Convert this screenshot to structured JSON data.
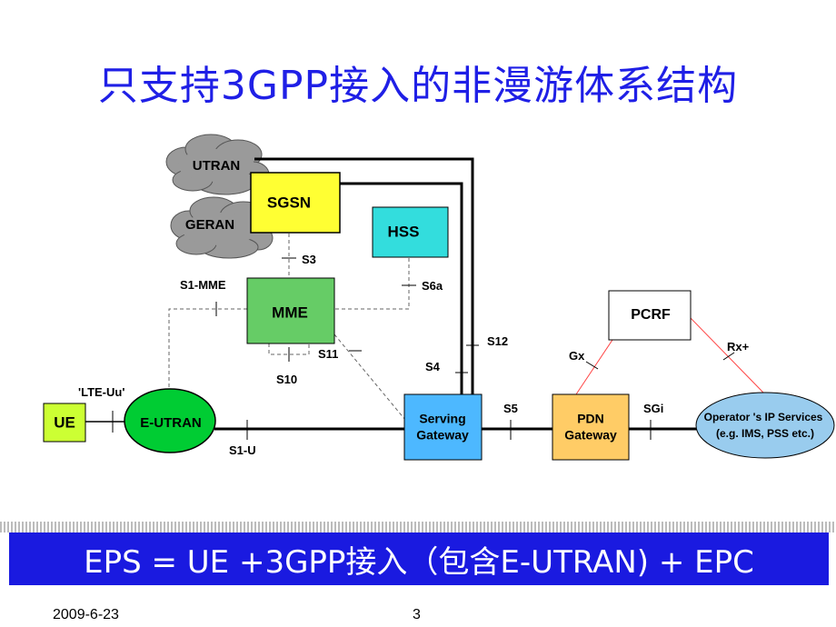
{
  "slide": {
    "title": "只支持3GPP接入的非漫游体系结构",
    "banner": "EPS = UE +3GPP接入（包含E-UTRAN) + EPC",
    "footer_date": "2009-6-23",
    "page_number": "3"
  },
  "nodes": {
    "utran": "UTRAN",
    "geran": "GERAN",
    "sgsn": "SGSN",
    "hss": "HSS",
    "mme": "MME",
    "ue": "UE",
    "eutran": "E-UTRAN",
    "serving_gw_line1": "Serving",
    "serving_gw_line2": "Gateway",
    "pdn_gw_line1": "PDN",
    "pdn_gw_line2": "Gateway",
    "pcrf": "PCRF",
    "operator_line1": "Operator 's IP Services",
    "operator_line2": "(e.g. IMS, PSS etc.)"
  },
  "interfaces": {
    "s3": "S3",
    "s6a": "S6a",
    "s1_mme": "S1-MME",
    "s11": "S11",
    "s10": "S10",
    "s12": "S12",
    "s4": "S4",
    "lte_uu": "'LTE-Uu'",
    "s1_u": "S1-U",
    "s5": "S5",
    "sgi": "SGi",
    "gx": "Gx",
    "rx_plus": "Rx+"
  },
  "colors": {
    "title": "#1f1fe6",
    "banner_bg": "#1a1ae0",
    "sgsn_fill": "#ffff33",
    "hss_fill": "#33dddd",
    "mme_fill": "#66cc66",
    "ue_fill": "#ccff33",
    "eutran_fill": "#00cc33",
    "serving_gw_fill": "#4db8ff",
    "pdn_gw_fill": "#ffcc66",
    "operator_fill": "#99ccee",
    "cloud_fill": "#9a9a9a",
    "pcrf_link": "#ff4444"
  }
}
